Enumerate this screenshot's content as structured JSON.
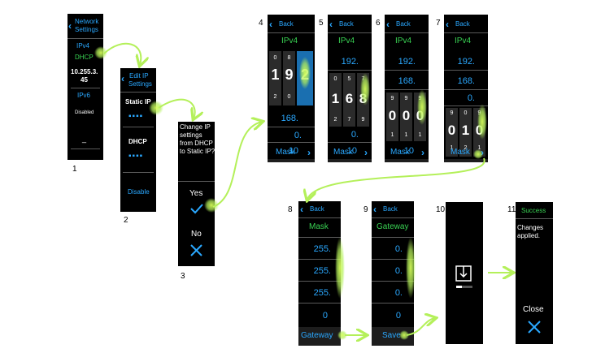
{
  "labels": {
    "s1": "1",
    "s2": "2",
    "s3": "3",
    "s4": "4",
    "s5": "5",
    "s6": "6",
    "s7": "7",
    "s8": "8",
    "s9": "9",
    "s10": "10",
    "s11": "11"
  },
  "s1": {
    "title_l1": "Network",
    "title_l2": "Settings",
    "ipv4": "IPv4",
    "mode": "DHCP",
    "addr_l1": "10.255.3.",
    "addr_l2": "45",
    "ipv6": "IPv6",
    "ipv6_state": "Disabled",
    "dash": "_"
  },
  "s2": {
    "title_l1": "Edit IP",
    "title_l2": "Settings",
    "static": "Static IP",
    "static_val": "▪▪▪▪",
    "dhcp": "DHCP",
    "dhcp_val": "▪▪▪▪",
    "disable": "Disable"
  },
  "s3": {
    "question_l1": "Change IP",
    "question_l2": "settings",
    "question_l3": "from DHCP",
    "question_l4": "to Static IP?",
    "yes": "Yes",
    "no": "No"
  },
  "s4": {
    "back": "Back",
    "header": "IPv4",
    "w1_top": "0",
    "w1_mid": "1",
    "w1_bot": "2",
    "w2_top": "8",
    "w2_mid": "9",
    "w2_bot": "0",
    "w3_mid": "2",
    "f2": "168.",
    "f3": "0.",
    "f4": "10",
    "next": "Mask"
  },
  "s5": {
    "back": "Back",
    "header": "IPv4",
    "f1": "192.",
    "w1_top": "0",
    "w1_mid": "1",
    "w1_bot": "2",
    "w2_top": "5",
    "w2_mid": "6",
    "w2_bot": "7",
    "w3_top": "7",
    "w3_mid": "8",
    "w3_bot": "9",
    "f3": "0.",
    "f4": "10",
    "next": "Mask"
  },
  "s6": {
    "back": "Back",
    "header": "IPv4",
    "f1": "192.",
    "f2": "168.",
    "w1_top": "9",
    "w1_mid": "0",
    "w1_bot": "1",
    "w2_top": "9",
    "w2_mid": "0",
    "w2_bot": "1",
    "w3_top": "9",
    "w3_mid": "0",
    "w3_bot": "1",
    "f4": "10",
    "next": "Mask"
  },
  "s7": {
    "back": "Back",
    "header": "IPv4",
    "f1": "192.",
    "f2": "168.",
    "f3": "0.",
    "w1_top": "9",
    "w1_mid": "0",
    "w1_bot": "1",
    "w2_top": "0",
    "w2_mid": "1",
    "w2_bot": "2",
    "w3_top": "9",
    "w3_mid": "0",
    "w3_bot": "1",
    "next": "Mask"
  },
  "s8": {
    "back": "Back",
    "header": "Mask",
    "f1": "255.",
    "f2": "255.",
    "f3": "255.",
    "f4": "0",
    "next": "Gateway"
  },
  "s9": {
    "back": "Back",
    "header": "Gateway",
    "f1": "0.",
    "f2": "0.",
    "f3": "0.",
    "f4": "0",
    "next": "Save"
  },
  "s11": {
    "title": "Success",
    "msg_l1": "Changes",
    "msg_l2": "applied.",
    "close": "Close"
  },
  "colors": {
    "accent": "#2aa8ff",
    "header": "#39d353",
    "highlight": "#1a6fb0",
    "pointer": "#b4f05a",
    "screen": "#000000"
  },
  "icons": {
    "back": "chevron-left-icon",
    "next": "chevron-right-icon",
    "confirm": "check-icon",
    "cancel": "close-icon",
    "saving": "download-icon",
    "tap": "touch-indicator-icon"
  }
}
